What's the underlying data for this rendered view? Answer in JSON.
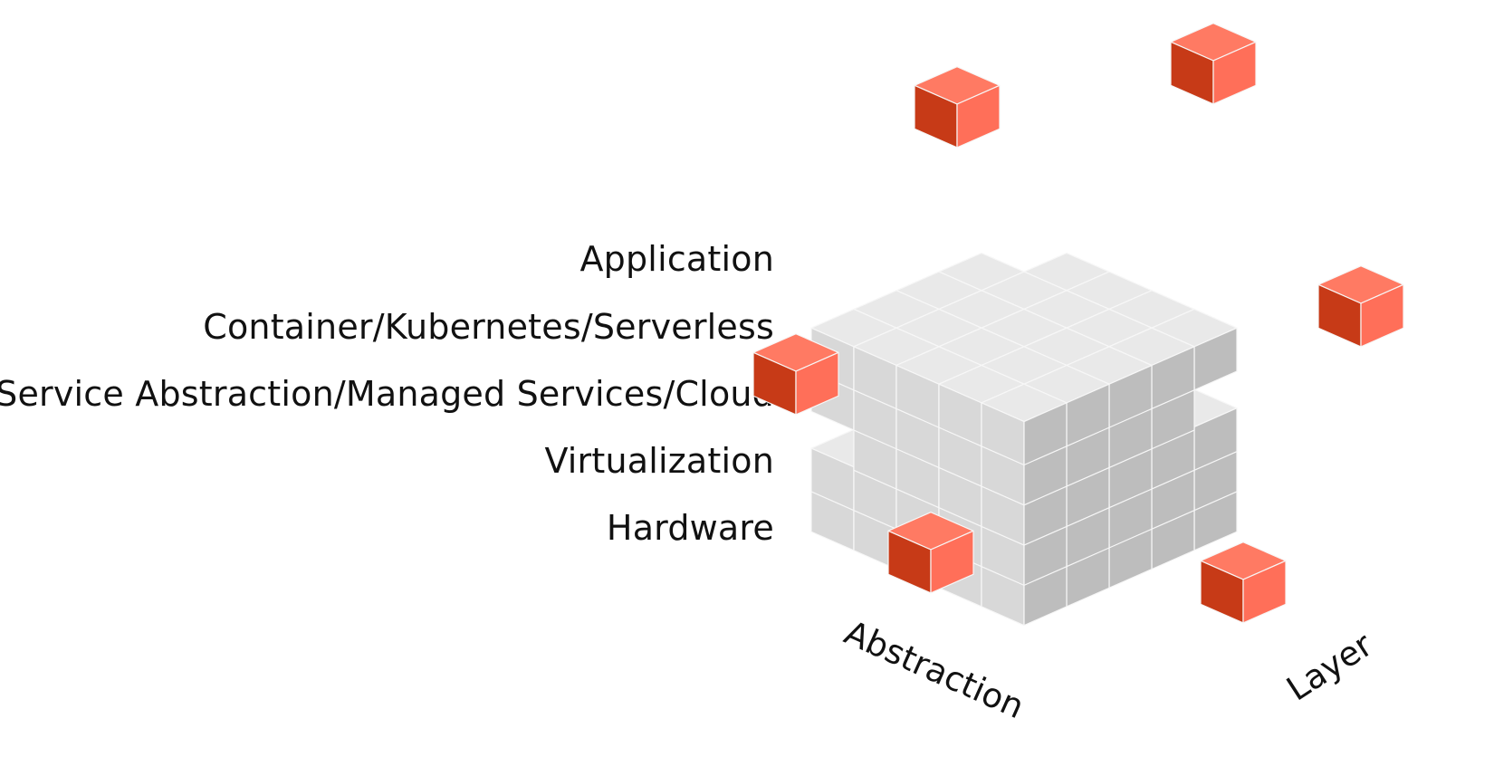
{
  "layers": [
    "Application",
    "Container/Kubernetes/Serverless",
    "Service Abstraction/Managed Services/Cloud",
    "Virtualization",
    "Hardware"
  ],
  "axes": {
    "left": "Abstraction",
    "right": "Layer"
  },
  "colors": {
    "grey_top": "#e9e9e9",
    "grey_left": "#d8d8d8",
    "grey_right": "#bdbdbd",
    "grey_edge": "#f7f7f7",
    "red_top": "#ff7a63",
    "red_left": "#ff6f59",
    "red_right": "#c73a17",
    "text": "#111111"
  }
}
